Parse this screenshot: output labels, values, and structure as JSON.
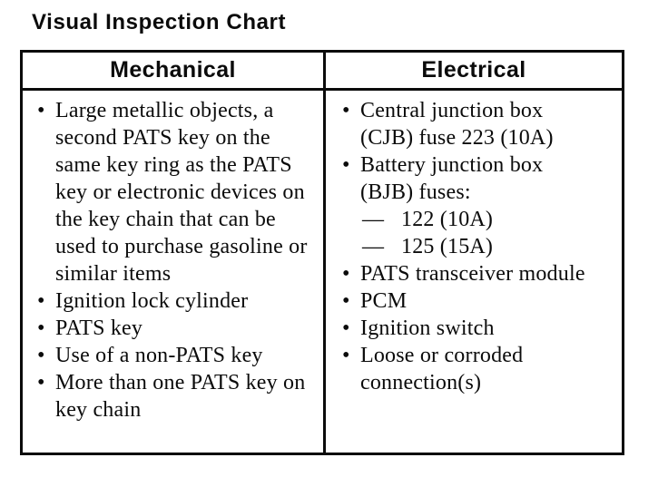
{
  "page": {
    "title": "Visual Inspection Chart"
  },
  "glyphs": {
    "bullet": "•",
    "dash": "—"
  },
  "style": {
    "ink": "#0b0b0b",
    "paper": "#ffffff"
  },
  "table": {
    "columns": [
      {
        "header": "Mechanical",
        "items": [
          {
            "text": "Large metallic objects, a second PATS key on the same key ring as the PATS key or electronic devices on the key chain that can be used to purchase gasoline or similar items"
          },
          {
            "text": "Ignition lock cylinder"
          },
          {
            "text": "PATS key"
          },
          {
            "text": "Use of a non-PATS key"
          },
          {
            "text": "More than one PATS key on key chain"
          }
        ]
      },
      {
        "header": "Electrical",
        "items": [
          {
            "text": "Central junction box (CJB) fuse 223 (10A)"
          },
          {
            "text": "Battery junction box (BJB) fuses:",
            "sub_items": [
              "122 (10A)",
              "125 (15A)"
            ]
          },
          {
            "text": "PATS transceiver module"
          },
          {
            "text": "PCM"
          },
          {
            "text": "Ignition switch"
          },
          {
            "text": "Loose or corroded connection(s)"
          }
        ]
      }
    ]
  }
}
